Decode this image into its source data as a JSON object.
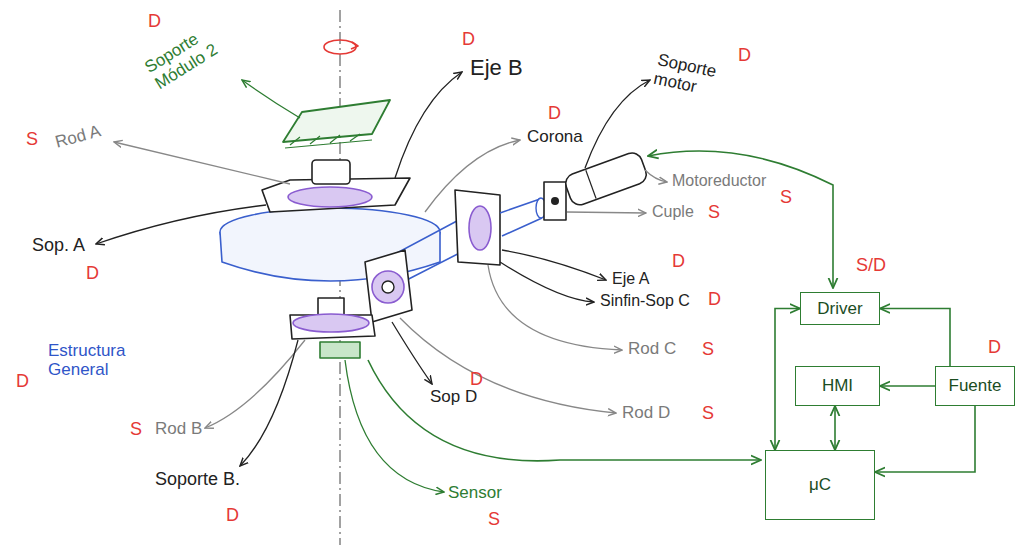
{
  "diagram": {
    "nodes": [
      {
        "text": [
          "Driver"
        ]
      },
      {
        "text": [
          "HMI"
        ]
      },
      {
        "text": [
          "Fuente"
        ]
      },
      {
        "text": [
          "μC"
        ]
      }
    ],
    "edges": [
      {
        "from": 3,
        "to": 0,
        "arrow": "both"
      },
      {
        "from": 2,
        "to": 0,
        "arrow": "to"
      },
      {
        "from": 2,
        "to": 1,
        "arrow": "to"
      },
      {
        "from": 1,
        "to": 3,
        "arrow": "both"
      },
      {
        "from": 2,
        "to": 3,
        "arrow": "to"
      }
    ],
    "labels": [
      "D",
      "Soporte Módulo 2",
      "D",
      "Eje B",
      "Soporte motor",
      "D",
      "D",
      "Corona",
      "S",
      "Rod A",
      "Motoreductor",
      "S",
      "Cuple",
      "S",
      "Sop. A",
      "D",
      "D",
      "Eje A",
      "Sinfin-Sop C",
      "D",
      "Rod C",
      "S",
      "Estructura General",
      "D",
      "Sop D",
      "D",
      "Rod D",
      "S",
      "S",
      "Rod B",
      "Soporte B.",
      "Sensor",
      "D",
      "S",
      "S/D",
      "D"
    ]
  }
}
